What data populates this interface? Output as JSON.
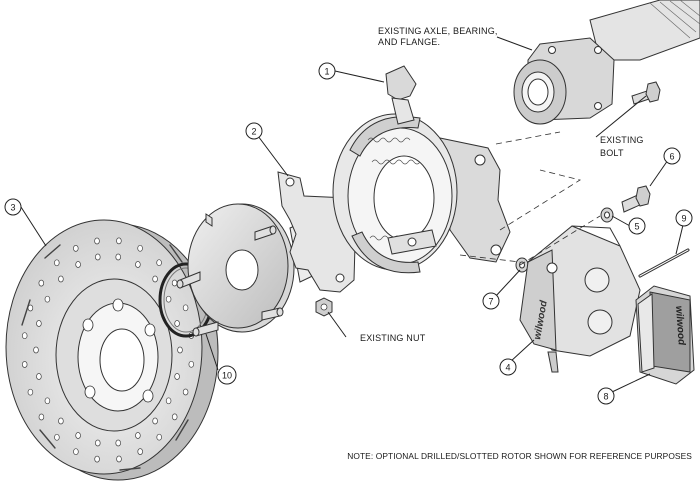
{
  "labels": {
    "existing_axle_line1": "EXISTING AXLE, BEARING,",
    "existing_axle_line2": "AND FLANGE.",
    "existing_bolt_line1": "EXISTING",
    "existing_bolt_line2": "BOLT",
    "existing_nut": "EXISTING NUT",
    "caliper_brand": "wilwood",
    "pad_brand": "wilwood",
    "note": "NOTE: OPTIONAL DRILLED/SLOTTED ROTOR SHOWN FOR REFERENCE PURPOSES"
  },
  "callouts": [
    {
      "id": "1",
      "label": "1"
    },
    {
      "id": "2",
      "label": "2"
    },
    {
      "id": "3",
      "label": "3"
    },
    {
      "id": "4",
      "label": "4"
    },
    {
      "id": "5",
      "label": "5"
    },
    {
      "id": "6",
      "label": "6"
    },
    {
      "id": "7",
      "label": "7"
    },
    {
      "id": "8",
      "label": "8"
    },
    {
      "id": "9",
      "label": "9"
    },
    {
      "id": "10",
      "label": "10"
    }
  ],
  "colors": {
    "line": "#222222",
    "fill_light": "#e8e8e8",
    "fill_mid": "#cfcfcf",
    "fill_dark": "#9a9a9a",
    "background": "#ffffff"
  }
}
